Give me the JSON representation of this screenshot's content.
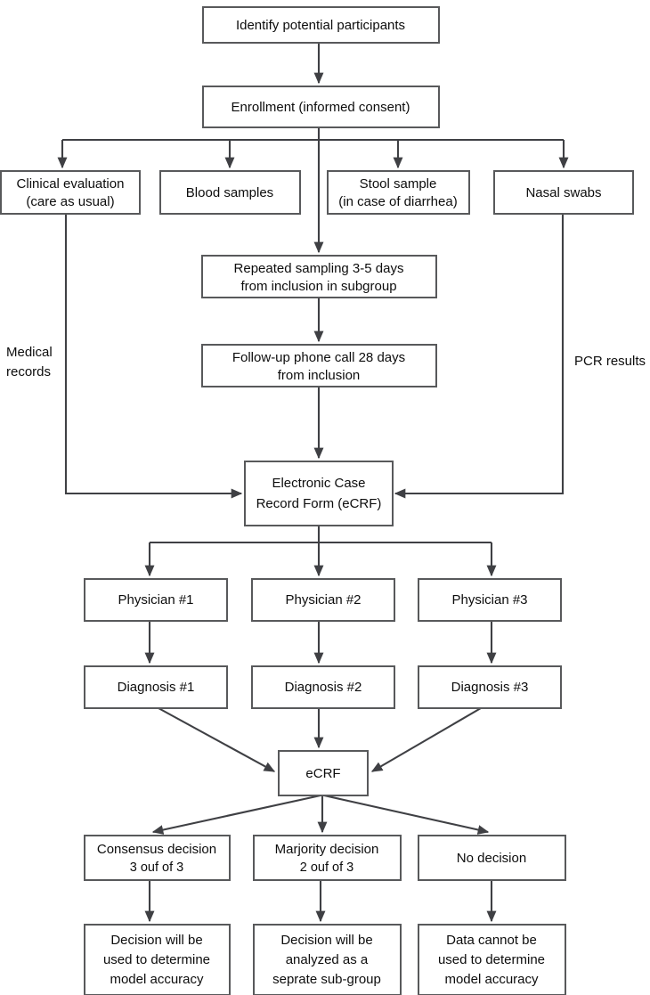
{
  "diagram": {
    "title": "Study participant flow and diagnosis adjudication flowchart",
    "colors": {
      "box_stroke": "#58595b",
      "connector": "#3f4044",
      "text": "#0d0d0d",
      "background": "#ffffff"
    }
  },
  "nodes": {
    "identify": {
      "line1": "Identify potential participants"
    },
    "enrollment": {
      "line1": "Enrollment (informed consent)"
    },
    "clinical_evaluation": {
      "line1": "Clinical evaluation",
      "line2": "(care as usual)"
    },
    "blood_samples": {
      "line1": "Blood samples"
    },
    "stool_sample": {
      "line1": "Stool sample",
      "line2": "(in case of diarrhea)"
    },
    "nasal_swabs": {
      "line1": "Nasal swabs"
    },
    "repeated_sampling": {
      "line1": "Repeated sampling 3-5 days",
      "line2": "from inclusion in subgroup"
    },
    "follow_up": {
      "line1": "Follow-up phone call 28 days",
      "line2": "from inclusion"
    },
    "ecrf_main": {
      "line1": "Electronic Case",
      "line2": "Record Form (eCRF)"
    },
    "physician_1": {
      "line1": "Physician #1"
    },
    "physician_2": {
      "line1": "Physician #2"
    },
    "physician_3": {
      "line1": "Physician #3"
    },
    "diagnosis_1": {
      "line1": "Diagnosis #1"
    },
    "diagnosis_2": {
      "line1": "Diagnosis #2"
    },
    "diagnosis_3": {
      "line1": "Diagnosis #3"
    },
    "ecrf_small": {
      "line1": "eCRF"
    },
    "consensus_decision": {
      "line1": "Consensus decision",
      "line2": "3 ouf of 3"
    },
    "majority_decision": {
      "line1": "Marjority decision",
      "line2": "2 ouf of 3"
    },
    "no_decision": {
      "line1": "No decision"
    },
    "outcome_consensus": {
      "line1": "Decision will be",
      "line2": "used to determine",
      "line3": "model accuracy"
    },
    "outcome_majority": {
      "line1": "Decision will be",
      "line2": "analyzed as a",
      "line3": "seprate sub-group"
    },
    "outcome_none": {
      "line1": "Data cannot be",
      "line2": "used to determine",
      "line3": "model accuracy"
    }
  },
  "edge_labels": {
    "medical_records": {
      "line1": "Medical",
      "line2": "records"
    },
    "pcr_results": {
      "line1": "PCR results"
    }
  }
}
